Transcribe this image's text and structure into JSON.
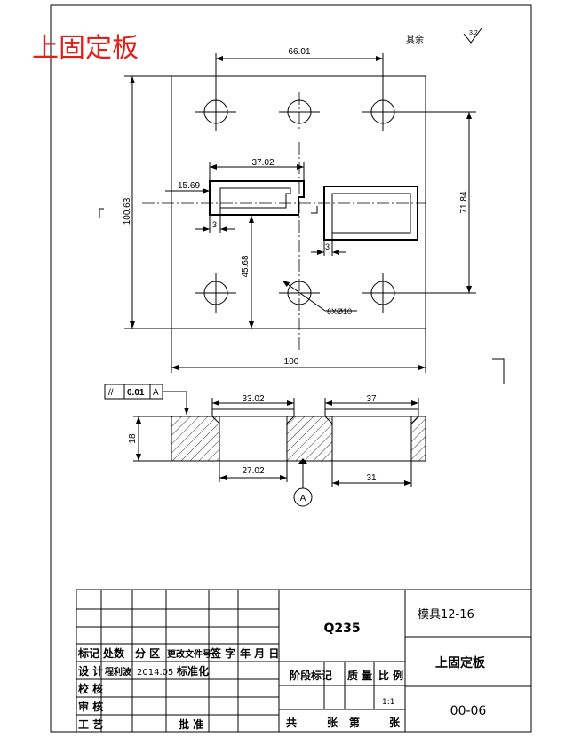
{
  "drawing": {
    "title": "上固定板",
    "surface_note": "其余",
    "roughness": "3.2"
  },
  "dims": {
    "hole_spacing": "66.01",
    "pocket_width": "37.02",
    "pocket_offset": "15.69",
    "height_total": "100.63",
    "hole_pitch_v": "71.84",
    "offset_v": "45.68",
    "wall_left": "3",
    "wall_right": "3",
    "holes": "6XØ10",
    "width_total": "100",
    "section_top_left": "33.02",
    "section_top_right": "37",
    "thickness": "18",
    "section_bottom_left": "27.02",
    "section_bottom_right": "31"
  },
  "tolerance": {
    "symbol": "//",
    "value": "0.01",
    "datum": "A"
  },
  "datum_label": "A",
  "titleblock": {
    "row_headers": [
      "标记",
      "处数",
      "分 区",
      "更改文件号",
      "签 字",
      "年 月 日"
    ],
    "design_label": "设 计",
    "designer": "程利波",
    "design_date": "2014.05",
    "standard_label": "标准化",
    "check_label": "校 核",
    "review_label": "审 核",
    "process_label": "工 艺",
    "approve_label": "批 准",
    "material": "Q235",
    "stage_label": "阶段标记",
    "weight_label": "质 量",
    "scale_label": "比 例",
    "scale": "1:1",
    "sheet_total_label": "共",
    "sheet_unit1": "张",
    "sheet_label": "第",
    "sheet_unit2": "张",
    "model": "模具12-16",
    "part_name": "上固定板",
    "drawing_no": "00-06"
  }
}
